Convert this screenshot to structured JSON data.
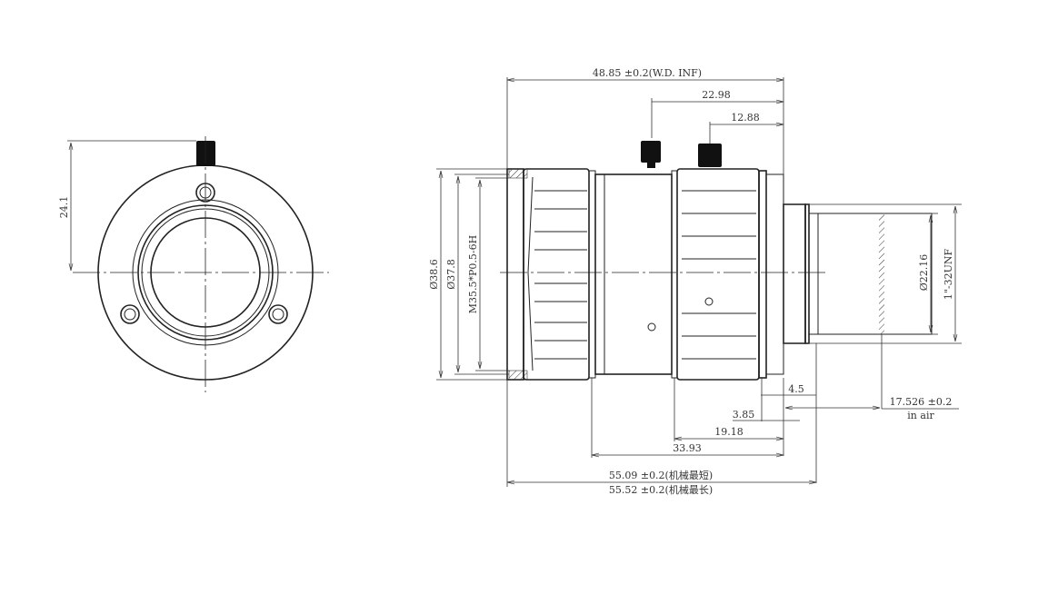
{
  "drawing": {
    "front_view": {
      "height_dim": "24.1"
    },
    "side_view": {
      "total_wd": "48.85 ±0.2(W.D.  INF)",
      "screw1": "22.98",
      "screw2": "12.88",
      "dia_outer": "Ø38.6",
      "dia_ring": "Ø37.8",
      "filter_thread": "M35.5*P0.5-6H",
      "dia_rear": "Ø22.16",
      "mount_thread": "1\"-32UNF",
      "flange": "4.5",
      "back_focus": "17.526 ±0.2",
      "back_focus_note": "in air",
      "d_385": "3.85",
      "d_1918": "19.18",
      "d_3393": "33.93",
      "len_min": "55.09 ±0.2(机械最短)",
      "len_max": "55.52 ±0.2(机械最长)"
    }
  }
}
